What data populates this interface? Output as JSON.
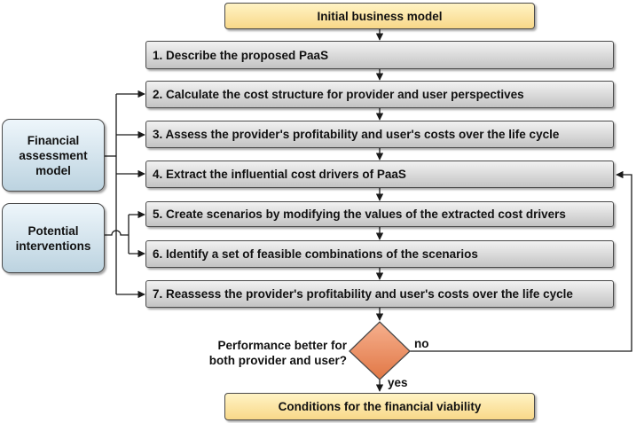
{
  "start_box": "Initial business model",
  "steps": [
    "1. Describe the proposed PaaS",
    "2. Calculate the cost structure for provider and user perspectives",
    "3. Assess the provider's profitability and user's costs over the life cycle",
    "4. Extract the influential cost drivers of PaaS",
    "5. Create scenarios by modifying the values of the extracted cost drivers",
    "6. Identify a set of feasible combinations of the scenarios",
    "7. Reassess the provider's profitability and user's costs over the life cycle"
  ],
  "inputs": {
    "financial_assessment_model": "Financial\nassessment\nmodel",
    "potential_interventions": "Potential\ninterventions"
  },
  "decision": {
    "question": "Performance better for\nboth provider and user?",
    "no_label": "no",
    "yes_label": "yes"
  },
  "end_box": "Conditions for the financial viability",
  "colors": {
    "yellow_box": "#f8d889",
    "grey_box": "#c3c3c3",
    "blue_box": "#bcd3e0",
    "decision_diamond": "#e9845a",
    "line": "#1a1a1a"
  }
}
